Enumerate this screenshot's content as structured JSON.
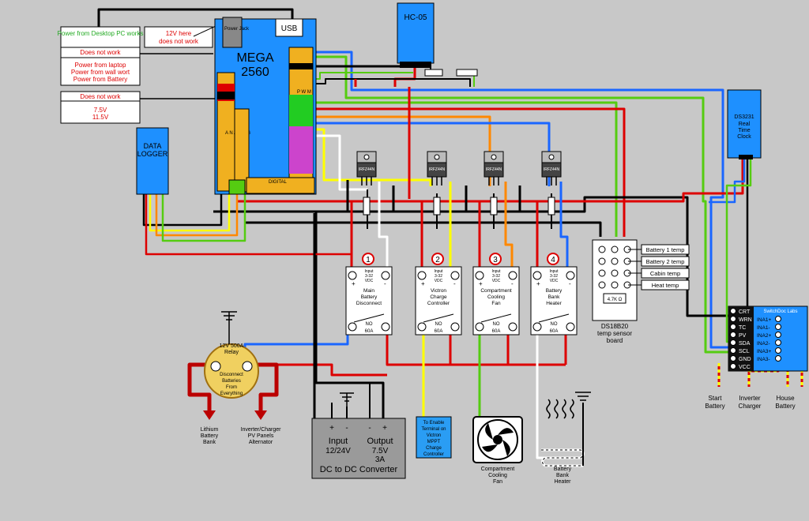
{
  "notes": {
    "desktop": "Power from Desktop PC works",
    "not_work_1": "Does not work",
    "laptop": "Power from laptop",
    "wallwort": "Power from wall wort",
    "battery": "Power from Battery",
    "twelve_v_here": "12V here",
    "does_not_work_2": "does not work",
    "not_work_3": "Does not work",
    "v75": "7.5V",
    "v115": "11.5V"
  },
  "mega": {
    "title1": "MEGA",
    "title2": "2560",
    "power_jack": "Power Jack",
    "usb": "USB",
    "pwm": "P W M",
    "analog": "A N A L O G",
    "digital": "DIGITAL"
  },
  "hc05": {
    "title": "HC-05"
  },
  "datalogger": {
    "title1": "DATA",
    "title2": "LOGGER"
  },
  "rtc": {
    "title": "DS3231",
    "sub1": "Real",
    "sub2": "Time",
    "sub3": "Clock"
  },
  "mosfets": [
    "IRFZ44N",
    "IRFZ44N",
    "IRFZ44N",
    "IRFZ44N"
  ],
  "ssr": {
    "input": "Input",
    "range": "3-32",
    "vdc": "VDC",
    "no": "NO",
    "amps": "60A"
  },
  "relays": [
    {
      "num": "1",
      "l1": "Main",
      "l2": "Battery",
      "l3": "Disconnect"
    },
    {
      "num": "2",
      "l1": "Victron",
      "l2": "Charge",
      "l3": "Controller"
    },
    {
      "num": "3",
      "l1": "Compartment",
      "l2": "Cooling",
      "l3": "Fan"
    },
    {
      "num": "4",
      "l1": "Battery",
      "l2": "Bank",
      "l3": "Heater"
    }
  ],
  "temp_board": {
    "resistor": "4.7K Ω",
    "title1": "DS18B20",
    "title2": "temp sensor",
    "title3": "board",
    "labels": [
      "Battery 1 temp",
      "Battery 2 temp",
      "Cabin temp",
      "Heat temp"
    ]
  },
  "switchdoc": {
    "title": "SwitchDoc Labs",
    "left_pins": [
      "CRT",
      "WRN",
      "TC",
      "PV",
      "SDA",
      "SCL",
      "GND",
      "VCC"
    ],
    "right_pins": [
      "INA1+",
      "INA1-",
      "INA2+",
      "INA2-",
      "INA3+",
      "INA3-"
    ]
  },
  "big_relay": {
    "rating1": "12V 500A",
    "rating2": "Relay",
    "d1": "Disconnect",
    "d2": "Batteries",
    "d3": "From",
    "d4": "Everything"
  },
  "dcdc": {
    "input": "Input",
    "input_v": "12/24V",
    "output": "Output",
    "output_v": "7.5V",
    "output_a": "3A",
    "title": "DC to DC Converter"
  },
  "victron_box": {
    "l1": "To Enable",
    "l2": "Terminal on",
    "l3": "Victron",
    "l4": "MPPT",
    "l5": "Charge",
    "l6": "Controller"
  },
  "bottom_labels": {
    "lithium": [
      "Lithium",
      "Battery",
      "Bank"
    ],
    "inverter": [
      "Inverter/Charger",
      "PV Panels",
      "Alternator"
    ],
    "fan": [
      "Compartment",
      "Cooling",
      "Fan"
    ],
    "heater": [
      "Battery",
      "Bank",
      "Heater"
    ],
    "start": [
      "Start",
      "Battery"
    ],
    "inv_charger": [
      "Inverter",
      "Charger"
    ],
    "house": [
      "House",
      "Battery"
    ]
  },
  "colors": {
    "background": "#c8c8c8",
    "module_blue": "#1e90ff",
    "mega_yellow": "#f0b020",
    "wire_red": "#dd0000",
    "wire_black": "#000000",
    "wire_yellow": "#ffff00",
    "wire_green": "#55cc11",
    "wire_blue": "#1a66ff",
    "wire_orange": "#ff8800",
    "relay_yellow": "#f0d060",
    "converter_gray": "#9a9a9a",
    "victron_box": "#2a9df4"
  }
}
